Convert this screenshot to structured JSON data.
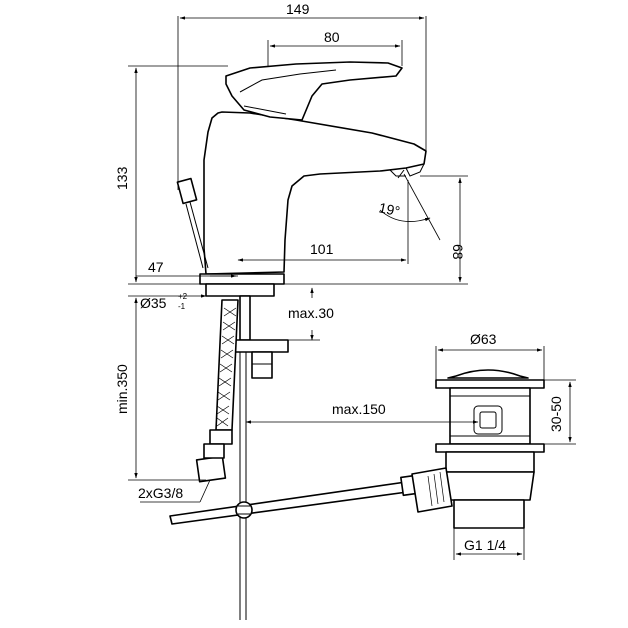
{
  "dimensions": {
    "total_width": "149",
    "handle_width": "80",
    "total_height": "133",
    "spout_height": "68",
    "spout_reach": "101",
    "base_offset": "47",
    "spout_angle": "19°",
    "base_diameter": "Ø35",
    "base_diameter_tol_upper": "+2",
    "base_diameter_tol_lower": "-1",
    "max_thickness": "max.30",
    "min_length": "min.350",
    "max_lever": "max.150",
    "hose_thread": "2xG3/8",
    "waste_diameter": "Ø63",
    "waste_range": "30-50",
    "waste_thread": "G1 1/4"
  }
}
